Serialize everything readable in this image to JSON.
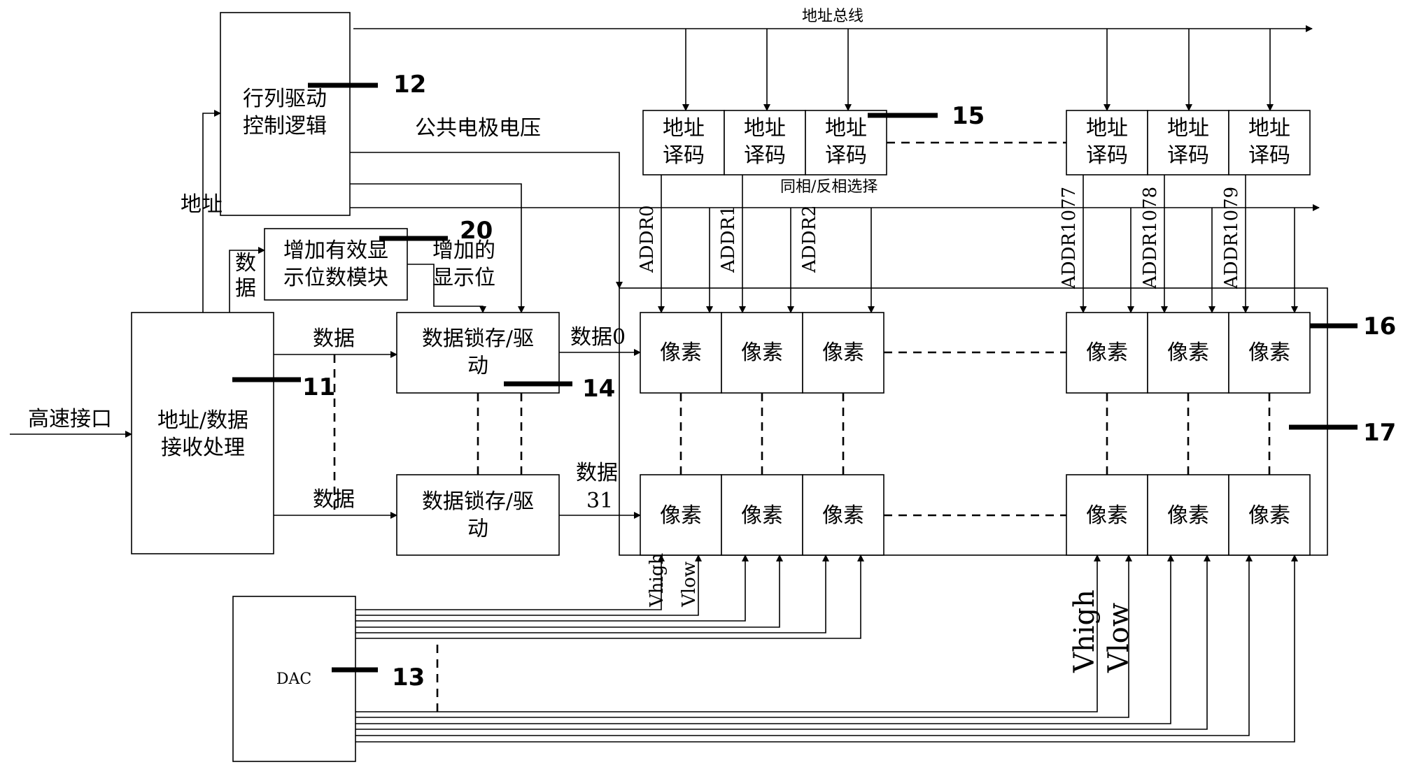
{
  "labels": {
    "addr_bus": "地址总线",
    "row_col_driver": [
      "行列驱动",
      "控制逻辑"
    ],
    "common_electrode": "公共电极电压",
    "address": "地址",
    "data_v": [
      "数",
      "据"
    ],
    "add_bits_module": [
      "增加有效显",
      "示位数模块"
    ],
    "added_bits": [
      "增加的",
      "显示位"
    ],
    "data": "数据",
    "latch_driver": [
      "数据锁存/驱",
      "动"
    ],
    "data0": "数据0",
    "data31": [
      "数据",
      "31"
    ],
    "receiver": [
      "地址/数据",
      "接收处理"
    ],
    "high_speed": "高速接口",
    "decoder": [
      "地址",
      "译码"
    ],
    "phase_select": "同相/反相选择",
    "addr_lines": [
      "ADDR0",
      "ADDR1",
      "ADDR2",
      "ADDR1077",
      "ADDR1078",
      "ADDR1079"
    ],
    "pixel": "像素",
    "dac": "DAC",
    "vhigh": "Vhigh",
    "vlow": "Vlow"
  },
  "callouts": [
    "12",
    "20",
    "11",
    "14",
    "15",
    "16",
    "17",
    "13"
  ]
}
